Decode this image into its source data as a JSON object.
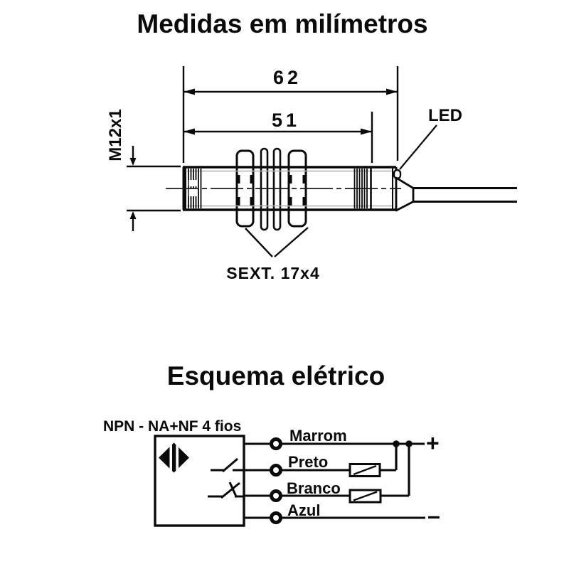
{
  "page": {
    "background": "#ffffff",
    "ink": "#0a0a0a",
    "shade_line": "#b0b0b0"
  },
  "dimension_section": {
    "title": "Medidas em milímetros",
    "length_total": "62",
    "length_thread": "51",
    "thread_spec": "M12x1",
    "led_label": "LED",
    "hex_nut_label": "SEXT. 17x4"
  },
  "schematic_section": {
    "title": "Esquema elétrico",
    "circuit_type": "NPN - NA+NF 4 fios",
    "wires": [
      {
        "label": "Marrom"
      },
      {
        "label": "Preto"
      },
      {
        "label": "Branco"
      },
      {
        "label": "Azul"
      }
    ],
    "positive_terminal": "+",
    "negative_terminal": "–"
  }
}
